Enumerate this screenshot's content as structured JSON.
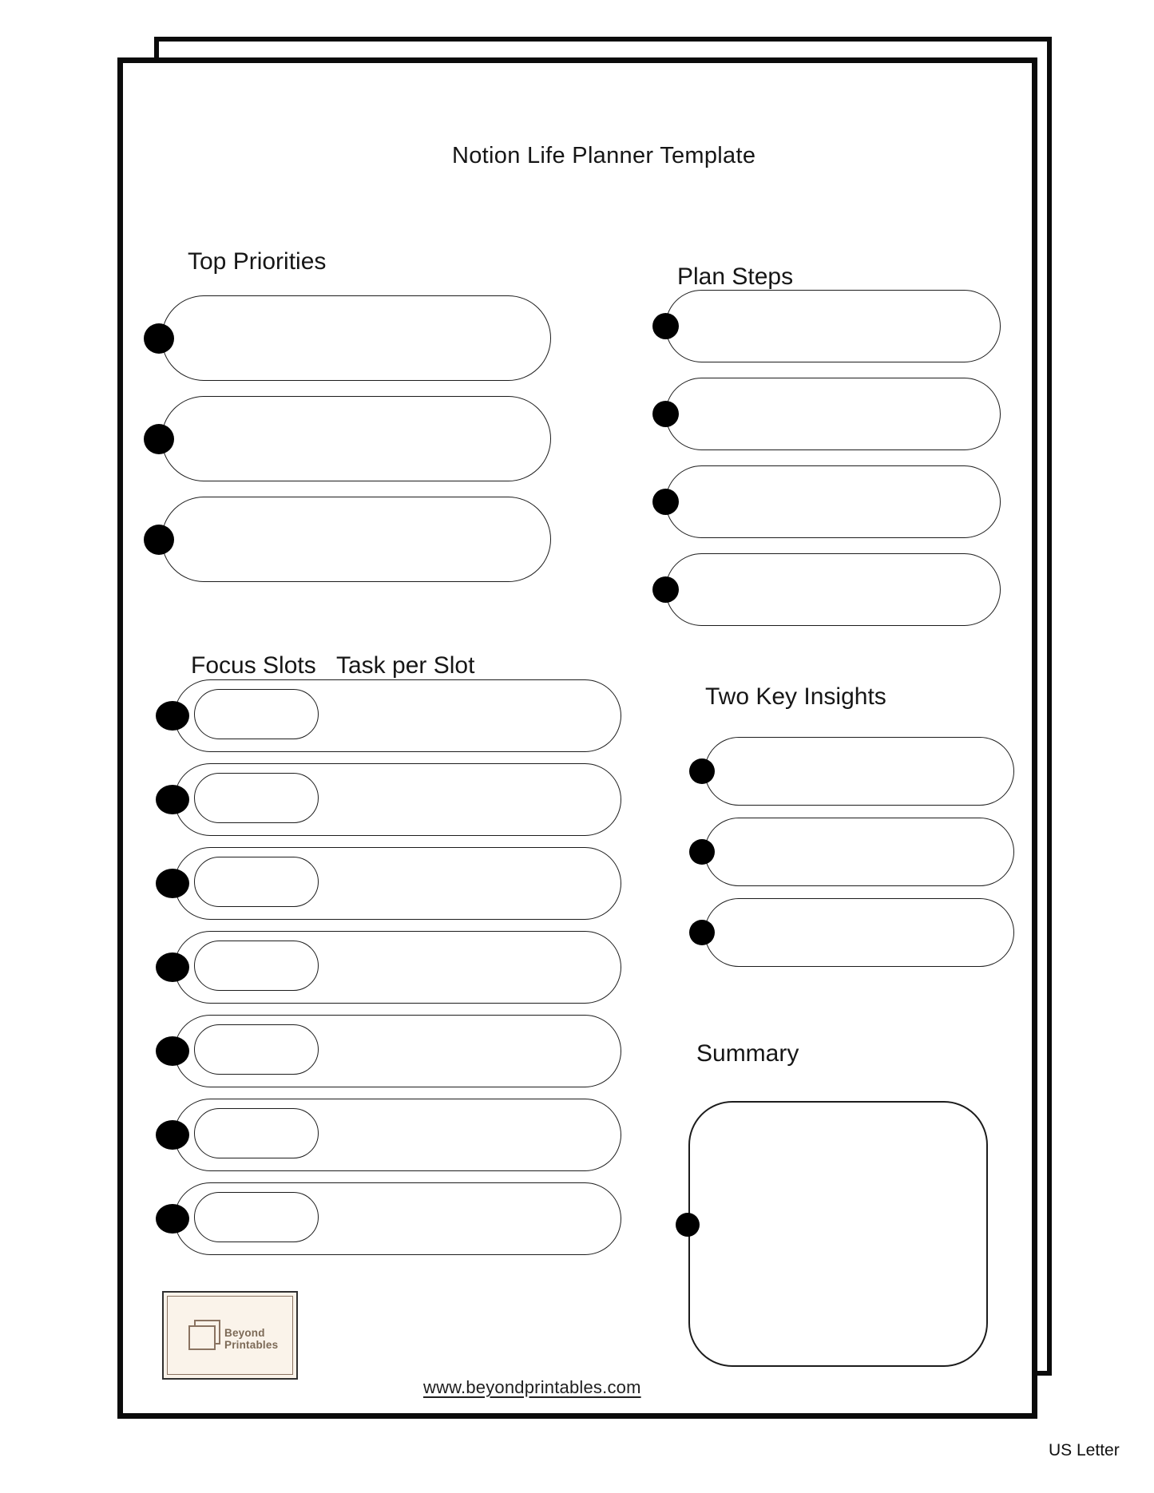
{
  "page": {
    "title": "Notion Life Planner Template",
    "size_label": "US Letter"
  },
  "sections": {
    "top_priorities": {
      "heading": "Top Priorities",
      "slot_count": 3
    },
    "plan_steps": {
      "heading": "Plan Steps",
      "slot_count": 4
    },
    "focus_slots": {
      "heading": "Focus Slots",
      "subheading": "Task per Slot",
      "slot_count": 7
    },
    "insights": {
      "heading": "Two Key Insights",
      "slot_count": 3
    },
    "summary": {
      "heading": "Summary"
    }
  },
  "branding": {
    "logo_line1": "Beyond",
    "logo_line2": "Printables",
    "website": "www.beyondprintables.com"
  },
  "colors": {
    "ink": "#1c1c1c",
    "dot": "#000000",
    "logo_bg": "#faf3ea",
    "logo_brown": "#8a7361",
    "logo_text": "#7c6a57"
  }
}
